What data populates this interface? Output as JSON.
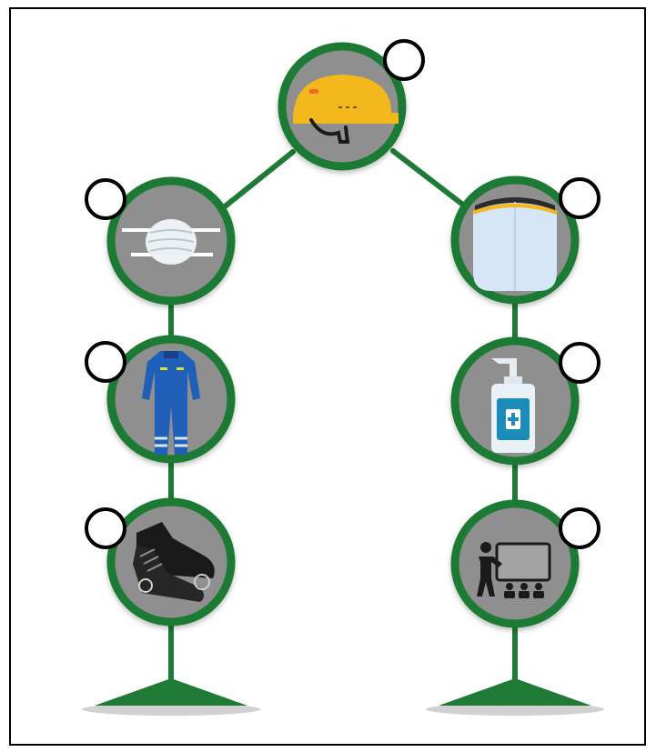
{
  "colors": {
    "ring": "#1e7a34",
    "stroke_dark": "#156127",
    "disc_fill": "#8f8f8f",
    "check_fill": "#ffffff",
    "check_stroke": "#000000",
    "frame": "#000000"
  },
  "items": [
    {
      "id": "helmet",
      "icon": "hard-hat-icon",
      "checked": false
    },
    {
      "id": "mask",
      "icon": "face-mask-icon",
      "checked": false
    },
    {
      "id": "face-shield",
      "icon": "face-shield-icon",
      "checked": false
    },
    {
      "id": "coverall",
      "icon": "coverall-icon",
      "checked": false
    },
    {
      "id": "sanitizer",
      "icon": "hand-sanitizer-icon",
      "checked": false
    },
    {
      "id": "boots",
      "icon": "safety-boots-icon",
      "checked": false
    },
    {
      "id": "training",
      "icon": "safety-training-icon",
      "checked": false
    }
  ]
}
